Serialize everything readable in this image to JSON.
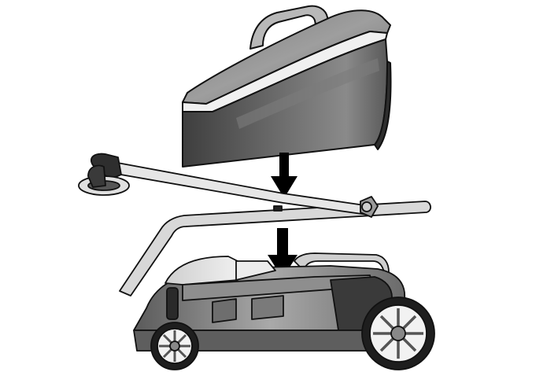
{
  "figure": {
    "kind": "assembly-illustration",
    "parts": [
      {
        "id": "grass-box",
        "icon": "grass-collection-box-icon"
      },
      {
        "id": "handle",
        "icon": "mower-handle-icon"
      },
      {
        "id": "mower-body",
        "icon": "lawn-mower-body-icon"
      }
    ],
    "arrows": [
      {
        "id": "arrow-upper",
        "icon": "down-arrow-icon",
        "direction": "down"
      },
      {
        "id": "arrow-lower",
        "icon": "down-arrow-icon",
        "direction": "down"
      }
    ],
    "colors": {
      "background": "#ffffff",
      "outline": "#111111",
      "dark_fill": "#4a4a4a",
      "mid_fill": "#8c8c8c",
      "light_fill": "#d4d4d4",
      "arrow": "#000000"
    }
  }
}
